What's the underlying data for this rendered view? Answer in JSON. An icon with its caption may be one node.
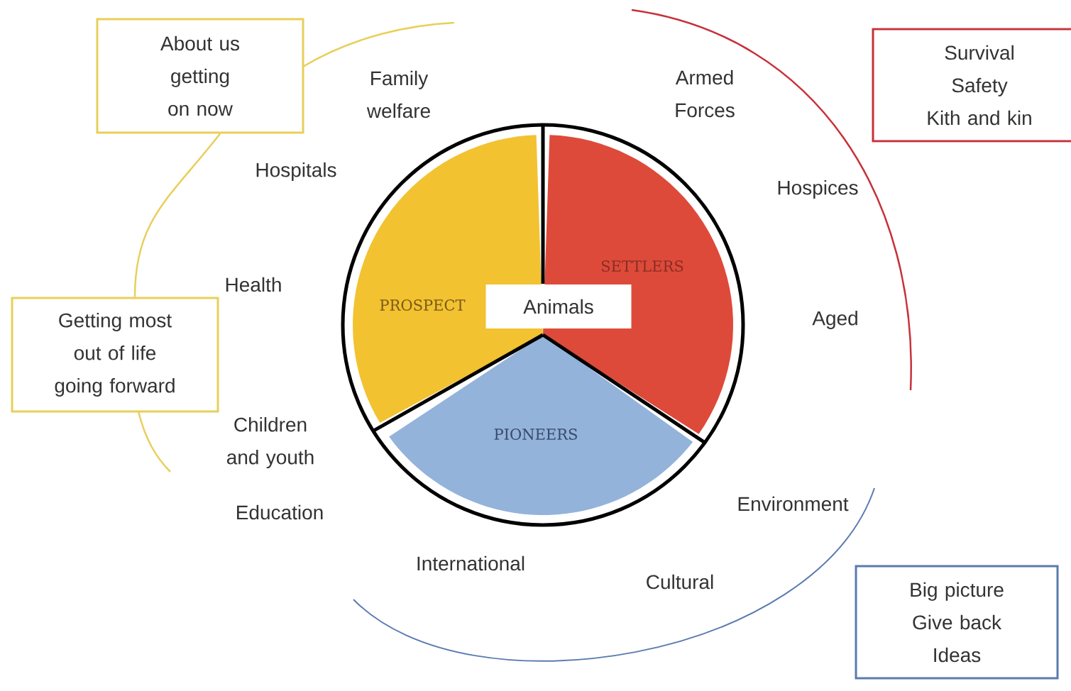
{
  "diagram": {
    "nodes": [
      {
        "text": [
          "About us getting on now"
        ]
      },
      {
        "text": [
          "Getting most out of life going forward"
        ]
      },
      {
        "text": [
          "Survival",
          "Safety",
          "Kith and kin"
        ]
      },
      {
        "text": [
          "Big picture",
          "Give back",
          "Ideas"
        ]
      },
      {
        "text": [
          "PROSPECT"
        ]
      },
      {
        "text": [
          "SETTLERS"
        ]
      },
      {
        "text": [
          "PIONEERS"
        ]
      },
      {
        "text": [
          "Animals"
        ]
      }
    ],
    "edges": [
      {
        "from": 0,
        "to": 1,
        "arrow": "none"
      }
    ],
    "labels": [
      "Family welfare",
      "Armed Forces",
      "Hospitals",
      "Hospices",
      "Health",
      "Aged",
      "Children and youth",
      "Education",
      "Environment",
      "International",
      "Cultural"
    ]
  }
}
